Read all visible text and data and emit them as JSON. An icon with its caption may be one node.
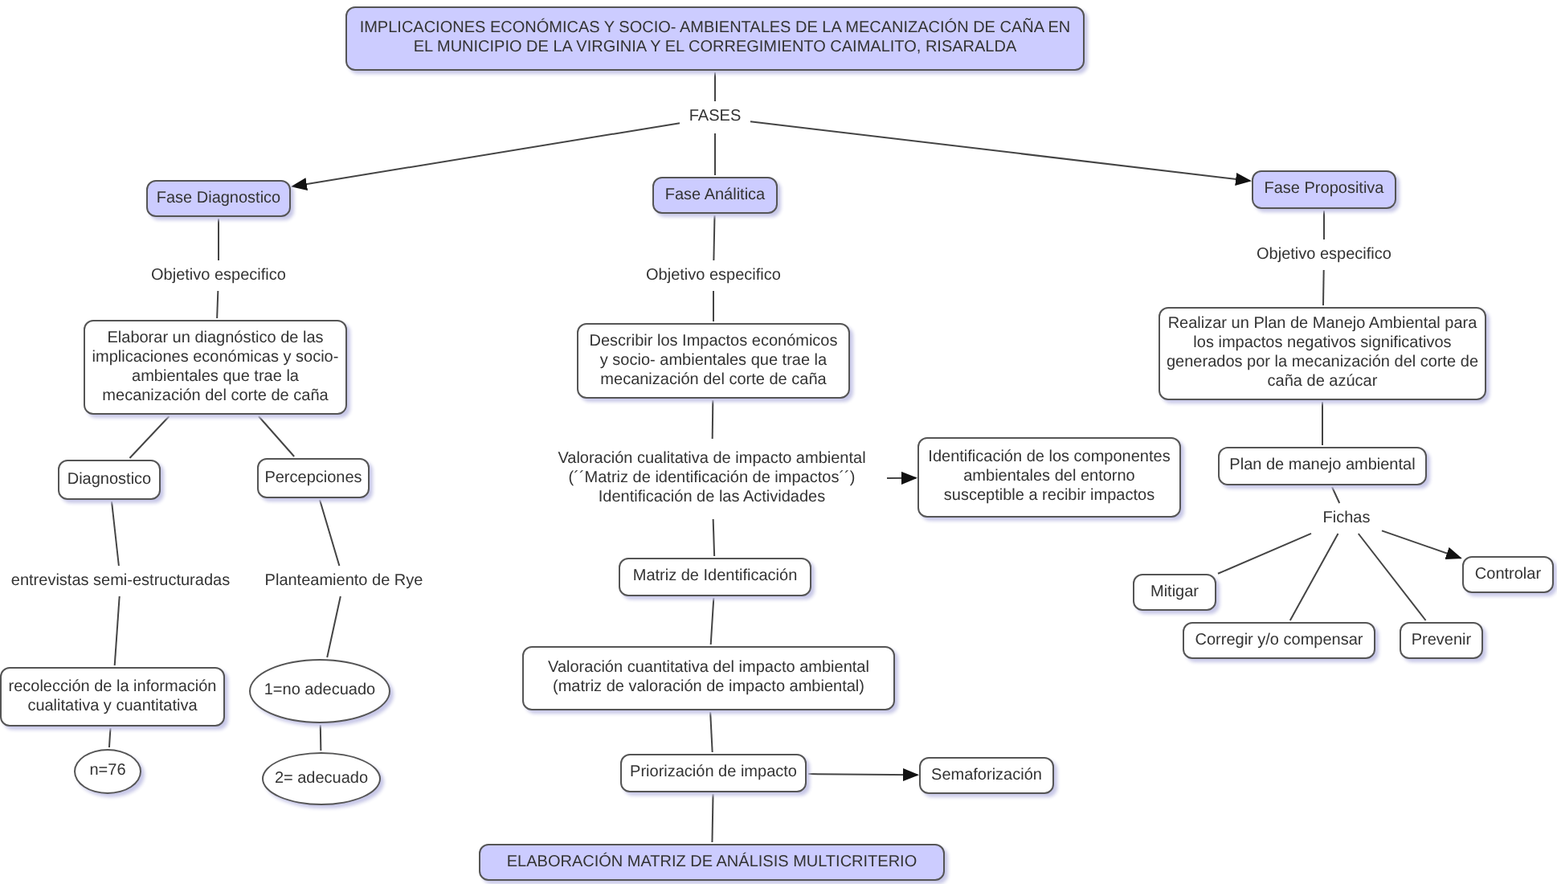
{
  "diagram": {
    "nodes": [
      {
        "text": [
          "IMPLICACIONES ECONÓMICAS Y SOCIO- AMBIENTALES DE LA MECANIZACIÓN DE CAÑA EN EL MUNICIPIO DE LA VIRGINIA Y EL CORREGIMIENTO CAIMALITO, RISARALDA"
        ]
      },
      {
        "text": [
          "FASES"
        ]
      },
      {
        "text": [
          "Fase Diagnostico"
        ]
      },
      {
        "text": [
          "Fase Análitica"
        ]
      },
      {
        "text": [
          "Fase Propositiva"
        ]
      },
      {
        "text": [
          "Objetivo especifico"
        ]
      },
      {
        "text": [
          "Objetivo especifico"
        ]
      },
      {
        "text": [
          "Objetivo especifico"
        ]
      },
      {
        "text": [
          "Elaborar un diagnóstico de las implicaciones económicas y socio- ambientales que trae la mecanización del corte de caña"
        ]
      },
      {
        "text": [
          "Describir los Impactos económicos y socio- ambientales que trae la mecanización del corte de caña"
        ]
      },
      {
        "text": [
          "Realizar un Plan de Manejo Ambiental para los impactos negativos significativos generados por la mecanización del corte de caña de azúcar"
        ]
      },
      {
        "text": [
          "Diagnostico"
        ]
      },
      {
        "text": [
          "Percepciones"
        ]
      },
      {
        "text": [
          "entrevistas semi-estructuradas"
        ]
      },
      {
        "text": [
          "Planteamiento de Rye"
        ]
      },
      {
        "text": [
          "recolección de la información cualitativa y cuantitativa"
        ]
      },
      {
        "text": [
          "1=no adecuado"
        ]
      },
      {
        "text": [
          "n=76"
        ]
      },
      {
        "text": [
          "2= adecuado"
        ]
      },
      {
        "text": [
          "Valoración cualitativa de impacto ambiental (´´Matriz de identificación de impactos´´) Identificación de las Actividades"
        ]
      },
      {
        "text": [
          "Identificación de los componentes ambientales del entorno susceptible a recibir impactos"
        ]
      },
      {
        "text": [
          "Matriz de Identificación"
        ]
      },
      {
        "text": [
          "Valoración cuantitativa del impacto ambiental (matriz de valoración de impacto ambiental)"
        ]
      },
      {
        "text": [
          "Priorización de impacto"
        ]
      },
      {
        "text": [
          "Semaforización"
        ]
      },
      {
        "text": [
          "ELABORACIÓN MATRIZ DE ANÁLISIS MULTICRITERIO"
        ]
      },
      {
        "text": [
          "Plan de manejo ambiental"
        ]
      },
      {
        "text": [
          "Fichas"
        ]
      },
      {
        "text": [
          "Mitigar"
        ]
      },
      {
        "text": [
          "Corregir y/o compensar"
        ]
      },
      {
        "text": [
          "Prevenir"
        ]
      },
      {
        "text": [
          "Controlar"
        ]
      }
    ],
    "edges": [
      {
        "from": 0,
        "to": 1,
        "arrow": "none"
      },
      {
        "from": 1,
        "to": 2,
        "arrow": "to"
      },
      {
        "from": 1,
        "to": 3,
        "arrow": "none"
      },
      {
        "from": 1,
        "to": 4,
        "arrow": "to"
      },
      {
        "from": 2,
        "to": 5,
        "arrow": "none"
      },
      {
        "from": 5,
        "to": 8,
        "arrow": "none"
      },
      {
        "from": 3,
        "to": 6,
        "arrow": "none"
      },
      {
        "from": 6,
        "to": 9,
        "arrow": "none"
      },
      {
        "from": 4,
        "to": 7,
        "arrow": "none"
      },
      {
        "from": 7,
        "to": 10,
        "arrow": "none"
      },
      {
        "from": 8,
        "to": 11,
        "arrow": "none"
      },
      {
        "from": 8,
        "to": 12,
        "arrow": "none"
      },
      {
        "from": 11,
        "to": 13,
        "arrow": "none"
      },
      {
        "from": 13,
        "to": 15,
        "arrow": "none"
      },
      {
        "from": 15,
        "to": 17,
        "arrow": "none"
      },
      {
        "from": 12,
        "to": 14,
        "arrow": "none"
      },
      {
        "from": 14,
        "to": 16,
        "arrow": "none"
      },
      {
        "from": 16,
        "to": 18,
        "arrow": "none"
      },
      {
        "from": 9,
        "to": 19,
        "arrow": "none"
      },
      {
        "from": 19,
        "to": 20,
        "arrow": "to"
      },
      {
        "from": 19,
        "to": 21,
        "arrow": "none"
      },
      {
        "from": 21,
        "to": 22,
        "arrow": "none"
      },
      {
        "from": 22,
        "to": 23,
        "arrow": "none"
      },
      {
        "from": 23,
        "to": 24,
        "arrow": "to"
      },
      {
        "from": 23,
        "to": 25,
        "arrow": "none"
      },
      {
        "from": 10,
        "to": 26,
        "arrow": "none"
      },
      {
        "from": 26,
        "to": 27,
        "arrow": "none"
      },
      {
        "from": 27,
        "to": 28,
        "arrow": "none"
      },
      {
        "from": 27,
        "to": 29,
        "arrow": "none"
      },
      {
        "from": 27,
        "to": 30,
        "arrow": "none"
      },
      {
        "from": 27,
        "to": 31,
        "arrow": "to"
      }
    ]
  }
}
